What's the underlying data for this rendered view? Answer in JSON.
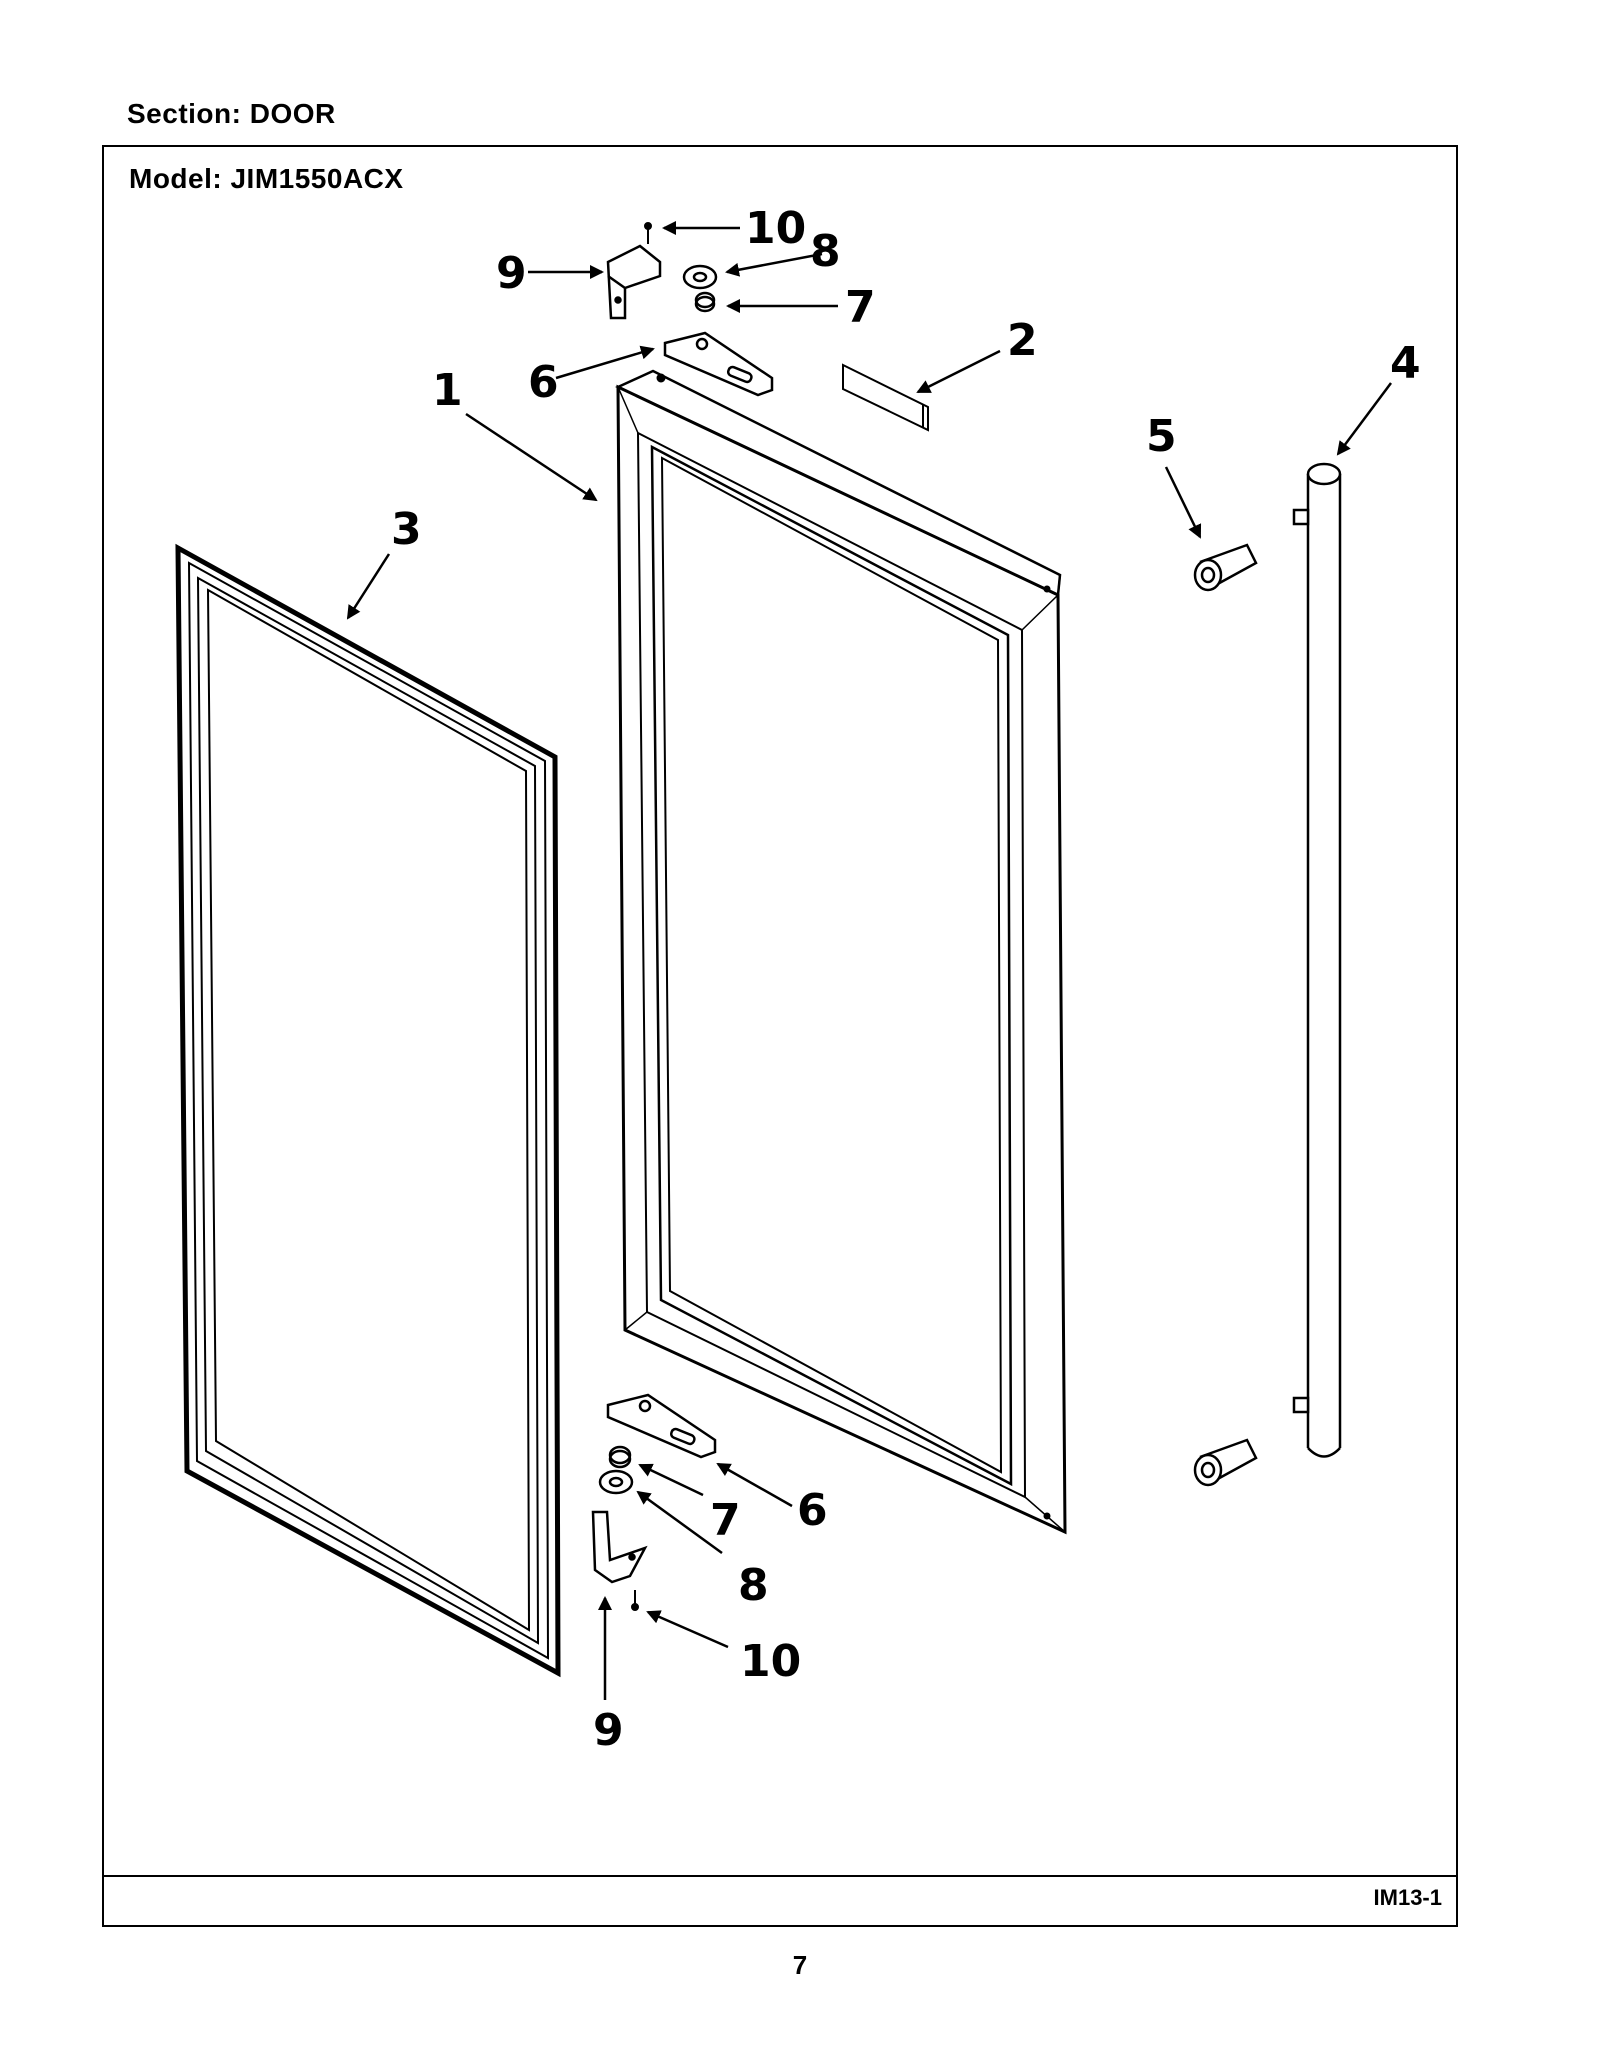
{
  "header": {
    "section": "Section:  DOOR",
    "model": "Model:  JIM1550ACX"
  },
  "diagram": {
    "code": "IM13-1",
    "callouts": [
      "1",
      "2",
      "3",
      "4",
      "5",
      "6",
      "7",
      "8",
      "9",
      "10"
    ],
    "callouts_lower": [
      "6",
      "7",
      "8",
      "9",
      "10"
    ]
  },
  "footer": {
    "page_number": "7"
  },
  "colors": {
    "ink": "#000000",
    "paper": "#ffffff"
  }
}
